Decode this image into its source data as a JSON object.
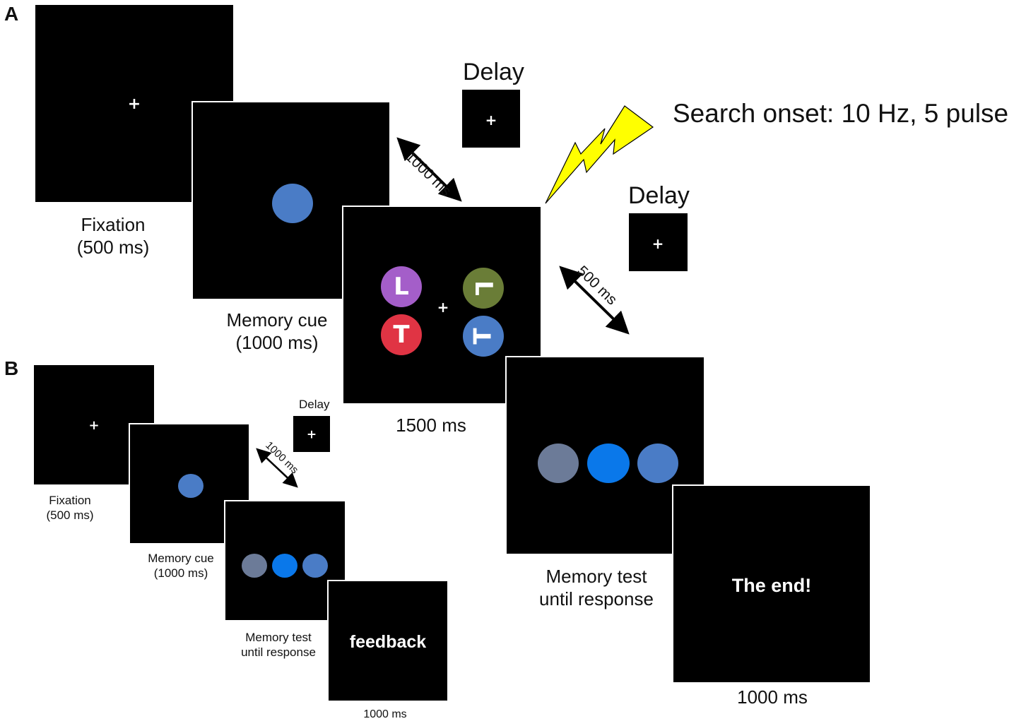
{
  "panel_a": {
    "letter": "A",
    "fixation": {
      "label": "Fixation",
      "duration": "(500 ms)",
      "symbol": "+"
    },
    "memory_cue": {
      "label": "Memory cue",
      "duration": "(1000 ms)",
      "cue_color": "#4a7cc6"
    },
    "delay_1": {
      "label": "Delay",
      "symbol": "+",
      "interval": "1000 ms"
    },
    "search": {
      "duration": "1500 ms",
      "symbol": "+",
      "items": [
        {
          "letter": "L",
          "color": "#a45ec9"
        },
        {
          "letter": "L",
          "color": "#6a7d37"
        },
        {
          "letter": "T",
          "color": "#e03444"
        },
        {
          "letter": "T",
          "color": "#4a7cc6"
        }
      ]
    },
    "stimulation": {
      "label": "Search onset: 10 Hz, 5 pulse",
      "icon": "lightning-bolt-icon",
      "color": "#ffff00"
    },
    "delay_2": {
      "label": "Delay",
      "symbol": "+",
      "interval": "500 ms"
    },
    "memory_test": {
      "label": "Memory test",
      "sublabel": "until response",
      "options": [
        "#6c7b98",
        "#0a78ea",
        "#4a7cc6"
      ]
    },
    "end": {
      "text": "The end!",
      "duration": "1000 ms"
    }
  },
  "panel_b": {
    "letter": "B",
    "fixation": {
      "label": "Fixation",
      "duration": "(500 ms)",
      "symbol": "+"
    },
    "memory_cue": {
      "label": "Memory cue",
      "duration": "(1000 ms)"
    },
    "delay": {
      "label": "Delay",
      "symbol": "+",
      "interval": "1000 ms"
    },
    "memory_test": {
      "label": "Memory test",
      "sublabel": "until response"
    },
    "feedback": {
      "text": "feedback",
      "duration": "1000 ms"
    }
  }
}
